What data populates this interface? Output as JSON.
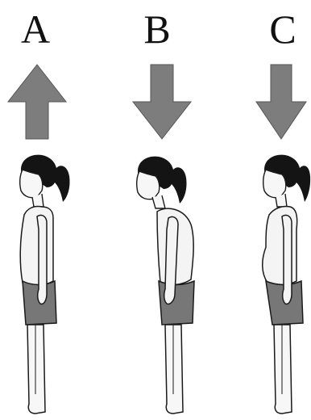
{
  "postures": [
    {
      "label": "A",
      "arrow_direction": "up"
    },
    {
      "label": "B",
      "arrow_direction": "down"
    },
    {
      "label": "C",
      "arrow_direction": "down"
    }
  ],
  "colors": {
    "arrow_fill": "#7d7d7d",
    "shorts": "#777777",
    "hair": "#141414",
    "outline": "#1a1a1a",
    "shirt": "#f4f4f4",
    "skin": "#f7f7f7"
  }
}
